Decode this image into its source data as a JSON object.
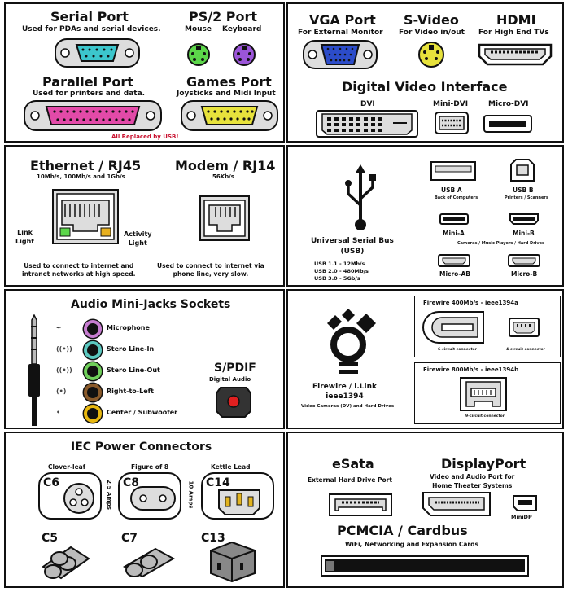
{
  "legacy": {
    "serial_title": "Serial Port",
    "serial_sub": "Used for PDAs and serial devices.",
    "ps2_title": "PS/2 Port",
    "ps2_mouse": "Mouse",
    "ps2_keyboard": "Keyboard",
    "parallel_title": "Parallel Port",
    "parallel_sub": "Used for printers and data.",
    "games_title": "Games Port",
    "games_sub": "Joysticks and Midi Input",
    "note": "All Replaced by USB!"
  },
  "video": {
    "vga_title": "VGA Port",
    "vga_sub": "For External Monitor",
    "svideo_title": "S-Video",
    "svideo_sub": "For Video in/out",
    "hdmi_title": "HDMI",
    "hdmi_sub": "For High End TVs",
    "dvi_heading": "Digital Video Interface",
    "dvi_label": "DVI",
    "minidvi_label": "Mini-DVI",
    "microdvi_label": "Micro-DVI"
  },
  "network": {
    "eth_title": "Ethernet / RJ45",
    "eth_sub": "10Mb/s, 100Mb/s and 1Gb/s",
    "modem_title": "Modem / RJ14",
    "modem_sub": "56Kb/s",
    "link_light": "Link\nLight",
    "activity_light": "Activity\nLight",
    "eth_desc": "Used to connect to internet and\nintranet networks at high speed.",
    "modem_desc": "Used to connect to internet via\nphone line, very slow."
  },
  "usb": {
    "title": "Universal Serial Bus\n(USB)",
    "speeds": "USB 1.1 - 12Mb/s\nUSB 2.0 - 480Mb/s\nUSB 3.0 - 5Gb/s",
    "usba": "USB A",
    "usba_sub": "Back of Computers",
    "usbb": "USB B",
    "usbb_sub": "Printers / Scanners",
    "minia": "Mini-A",
    "minib": "Mini-B",
    "mini_sub": "Cameras / Music Players / Hard Drives",
    "microab": "Micro-AB",
    "microb": "Micro-B"
  },
  "audio": {
    "title": "Audio Mini-Jacks Sockets",
    "items": [
      "Microphone",
      "Stero Line-In",
      "Stero Line-Out",
      "Right-to-Left",
      "Center / Subwoofer"
    ],
    "colors": [
      "#c77dd1",
      "#5bc8c0",
      "#6fcf5a",
      "#8a5a2b",
      "#e8b810"
    ],
    "spdif_title": "S/PDIF",
    "spdif_sub": "Digital Audio"
  },
  "firewire": {
    "fw400_title": "Firewire 400Mb/s  -  ieee1394a",
    "six_circuit": "6-circuit connector",
    "four_circuit": "4-circuit connector",
    "fw800_title": "Firewire 800Mb/s  -  ieee1394b",
    "nine_circuit": "9-circuit connector",
    "name": "Firewire / i.Link\nieee1394",
    "sub": "Video Cameras (DV) and Hard Drives"
  },
  "power": {
    "title": "IEC Power Connectors",
    "cloverleaf": "Clover-leaf",
    "figure8": "Figure of 8",
    "kettle": "Kettle Lead",
    "c6": "C6",
    "c8": "C8",
    "c14": "C14",
    "c5": "C5",
    "c7": "C7",
    "c13": "C13",
    "amps25": "2.5 Amps",
    "amps10": "10 Amps"
  },
  "misc": {
    "esata_title": "eSata",
    "esata_sub": "External Hard Drive Port",
    "dp_title": "DisplayPort",
    "dp_sub": "Video and Audio Port for\nHome Theater Systems",
    "minidp": "MiniDP",
    "pcmcia_title": "PCMCIA / Cardbus",
    "pcmcia_sub": "WiFi, Networking and Expansion Cards"
  }
}
